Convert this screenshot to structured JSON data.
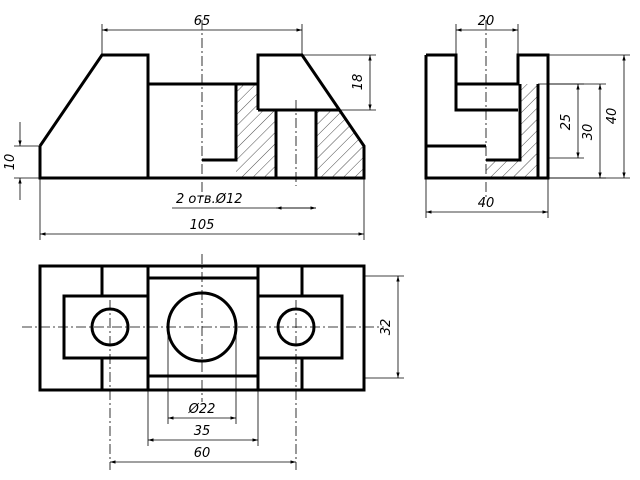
{
  "drawing": {
    "front_view": {
      "width_top": "65",
      "boss_height": "18",
      "base_height": "10",
      "holes_note": "2 отв.Ø12",
      "overall_length": "105"
    },
    "side_view": {
      "slot_width": "20",
      "inner_height": "25",
      "middle_height": "30",
      "overall_height": "40",
      "overall_width": "40"
    },
    "top_view": {
      "depth": "32",
      "bore_diameter": "Ø22",
      "bore_span": "35",
      "hole_spacing": "60"
    }
  }
}
